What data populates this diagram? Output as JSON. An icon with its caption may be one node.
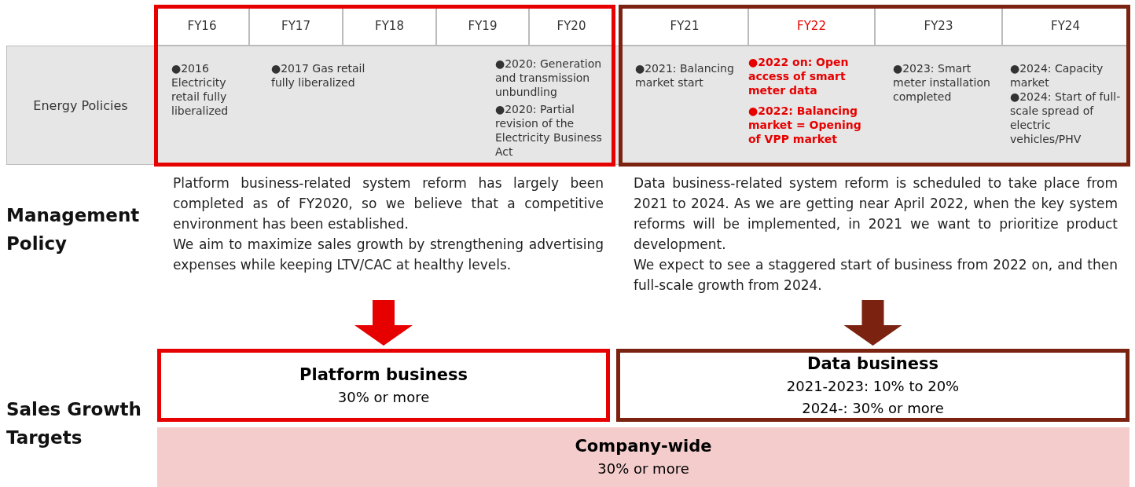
{
  "diagram": {
    "nodes": [
      {
        "text": [
          "Platform business-related system reform has largely been completed as of FY2020, so we believe that a competitive environment has been established.",
          "We aim to maximize sales growth by strengthening advertising expenses while keeping LTV/CAC at healthy levels."
        ]
      },
      {
        "text": [
          "Data business-related system reform is scheduled to take place from 2021 to 2024. As we are getting near April 2022, when the key system reforms will be implemented, in 2021 we want to prioritize product development.",
          "We expect to see a staggered start of business from 2022 on, and then full-scale growth from 2024."
        ]
      },
      {
        "text": [
          "Platform business",
          "30% or more"
        ]
      },
      {
        "text": [
          "Data business",
          "2021-2023: 10% to 20%",
          "2024-: 30% or more"
        ]
      },
      {
        "text": [
          "Company-wide",
          "30% or more"
        ]
      }
    ],
    "edges": [
      {
        "from": 0,
        "to": 2,
        "arrow": "to",
        "style": "thick",
        "color": "#e60000"
      },
      {
        "from": 1,
        "to": 3,
        "arrow": "to",
        "style": "thick",
        "color": "#7b2210"
      }
    ],
    "labels": [
      "FY16",
      "FY17",
      "FY18",
      "FY19",
      "FY20",
      "FY21",
      "FY22",
      "FY23",
      "FY24",
      "Energy Policies",
      "●2016 Electricity retail fully liberalized",
      "●2017 Gas retail fully liberalized",
      "●2020: Generation and transmission unbundling",
      "●2020: Partial revision of the Electricity Business Act",
      "●2021: Balancing market start",
      "●2022 on: Open access of smart meter data",
      "●2022: Balancing market = Opening of VPP market",
      "●2023: Smart meter installation completed",
      "●2024: Capacity market",
      "●2024: Start of full-scale spread of electric vehicles/PHV",
      "Management Policy",
      "Sales Growth Targets"
    ]
  }
}
